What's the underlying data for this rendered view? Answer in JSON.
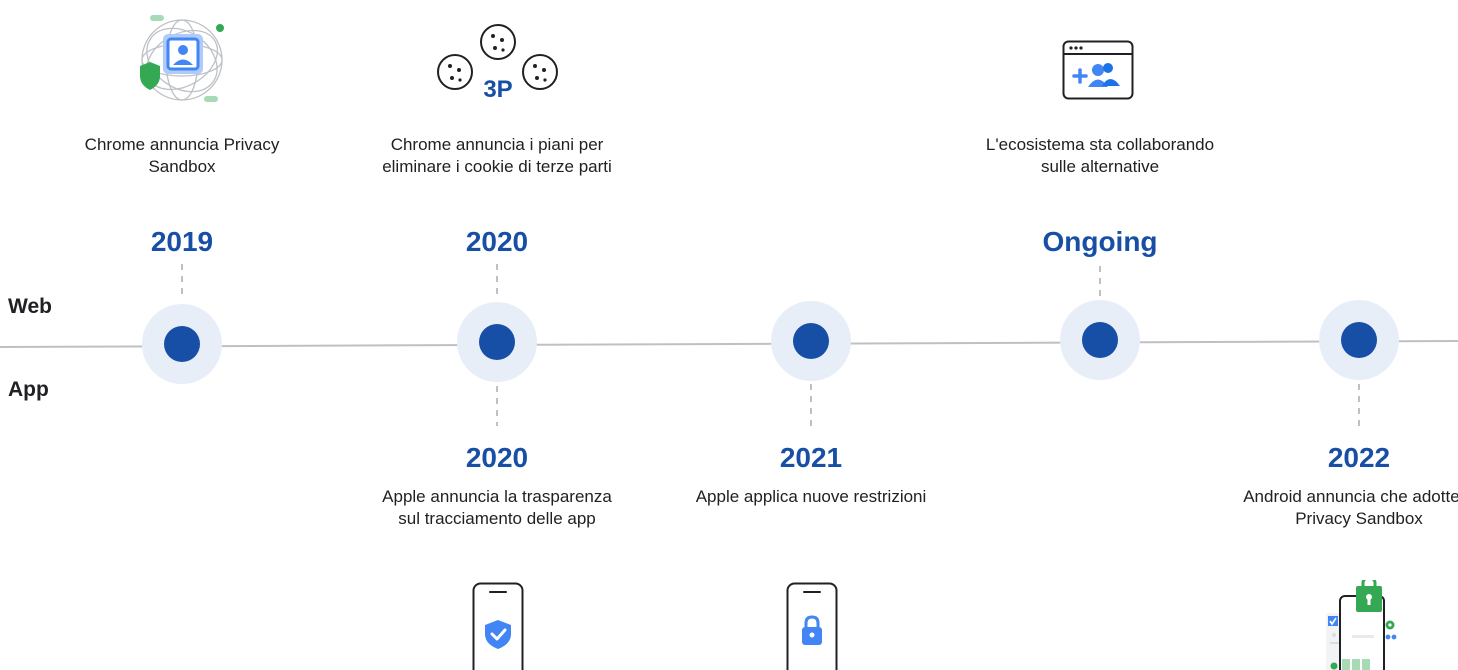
{
  "lanes": {
    "web": "Web",
    "app": "App"
  },
  "web_events": [
    {
      "year": "2019",
      "text": "Chrome annuncia Privacy Sandbox",
      "icon": "privacy-sandbox-globe-icon"
    },
    {
      "year": "2020",
      "text": "Chrome annuncia i piani per eliminare i cookie di terze parti",
      "icon": "third-party-cookies-icon",
      "badge": "3P"
    },
    {
      "year": "Ongoing",
      "text": "L'ecosistema sta collaborando sulle alternative",
      "icon": "ecosystem-collaboration-icon"
    }
  ],
  "app_events": [
    {
      "year": "2020",
      "text": "Apple annuncia la trasparenza sul tracciamento delle app",
      "icon": "phone-shield-icon"
    },
    {
      "year": "2021",
      "text": "Apple applica nuove restrizioni",
      "icon": "phone-lock-icon"
    },
    {
      "year": "2022",
      "text": "Android annuncia che adotterà Privacy Sandbox",
      "icon": "android-privacy-sandbox-icon"
    }
  ],
  "colors": {
    "accent": "#174ea6",
    "halo": "#e8eef8",
    "line": "#bdc1c6",
    "icon_blue": "#4285f4",
    "icon_green": "#34a853"
  }
}
